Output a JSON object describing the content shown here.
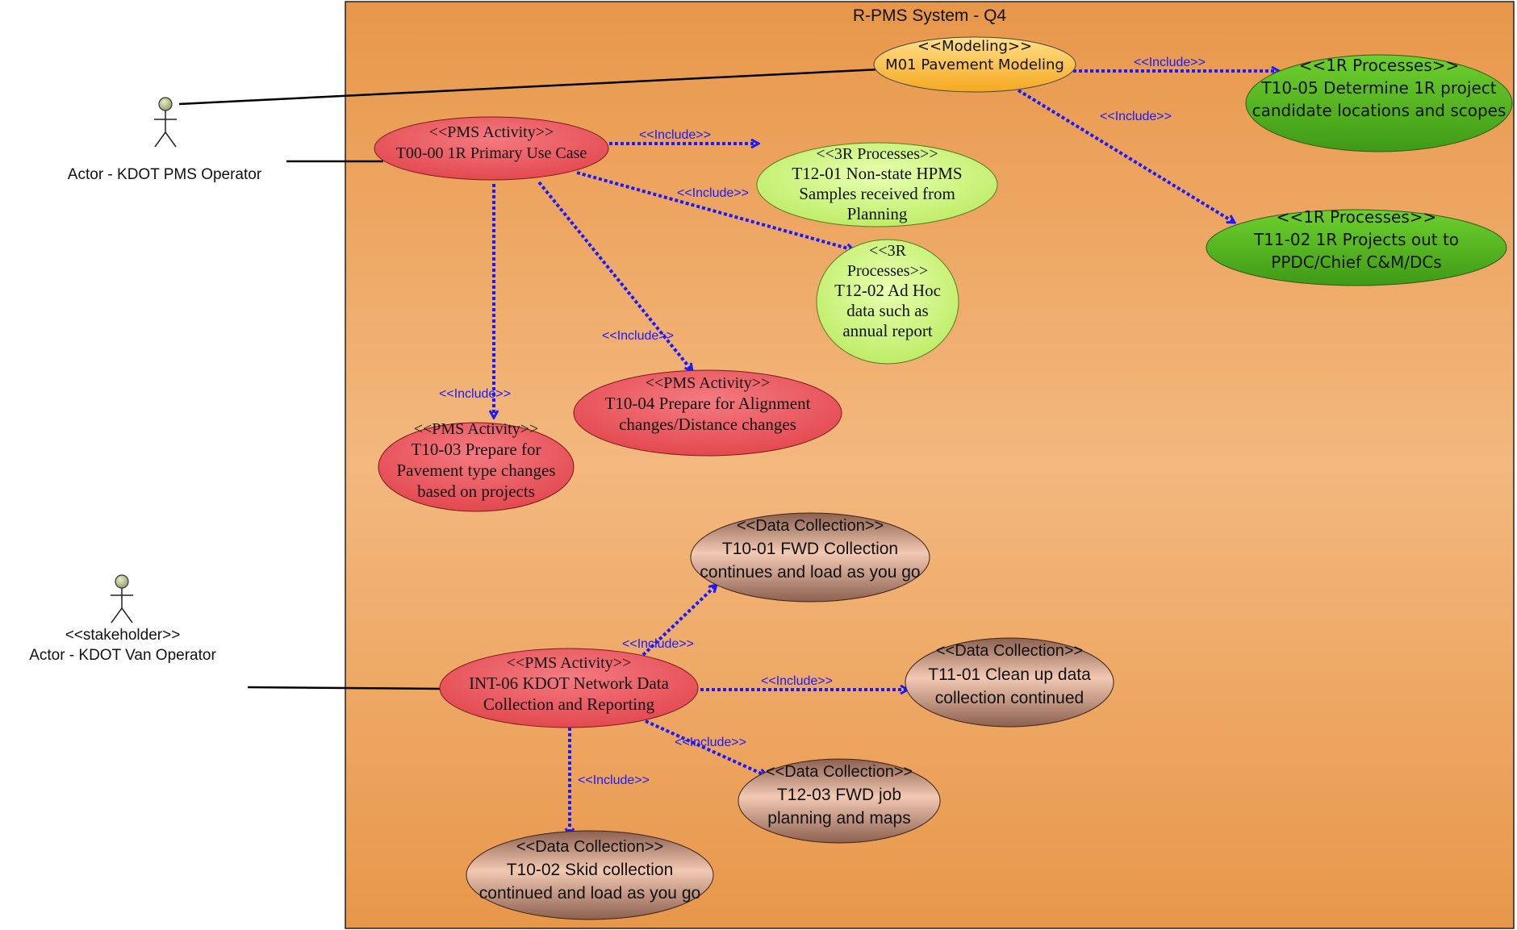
{
  "system": {
    "title": "R-PMS System - Q4"
  },
  "actors": {
    "pms_operator": {
      "label": "Actor - KDOT PMS Operator"
    },
    "van_operator": {
      "stereotype": "<<stakeholder>>",
      "label": "Actor - KDOT Van Operator"
    }
  },
  "use_cases": {
    "m01": {
      "stereotype": "<<Modeling>>",
      "lines": [
        "M01 Pavement Modeling"
      ]
    },
    "t10_05": {
      "stereotype": "<<1R Processes>>",
      "lines": [
        "T10-05 Determine 1R project",
        "candidate locations and scopes"
      ]
    },
    "t11_02": {
      "stereotype": "<<1R Processes>>",
      "lines": [
        "T11-02 1R Projects out to",
        "PPDC/Chief C&M/DCs"
      ]
    },
    "t00_00": {
      "stereotype": "<<PMS Activity>>",
      "lines": [
        "T00-00 1R Primary Use Case"
      ]
    },
    "t12_01": {
      "stereotype": "<<3R Processes>>",
      "lines": [
        "T12-01 Non-state HPMS",
        "Samples received from",
        "Planning"
      ]
    },
    "t12_02": {
      "stereotype": "",
      "lines": [
        "<<3R",
        "Processes>>",
        "T12-02 Ad Hoc",
        "data such as",
        "annual report"
      ]
    },
    "t10_04": {
      "stereotype": "<<PMS Activity>>",
      "lines": [
        "T10-04 Prepare for Alignment",
        "changes/Distance changes"
      ]
    },
    "t10_03": {
      "stereotype": "<<PMS Activity>>",
      "lines": [
        "T10-03 Prepare for",
        "Pavement type changes",
        "based on projects"
      ]
    },
    "t10_01": {
      "stereotype": "<<Data Collection>>",
      "lines": [
        "T10-01 FWD Collection",
        "continues and load as you go"
      ]
    },
    "int_06": {
      "stereotype": "<<PMS Activity>>",
      "lines": [
        "INT-06 KDOT Network Data",
        "Collection and Reporting"
      ]
    },
    "t11_01": {
      "stereotype": "<<Data Collection>>",
      "lines": [
        "T11-01 Clean up  data",
        "collection continued"
      ]
    },
    "t12_03": {
      "stereotype": "<<Data Collection>>",
      "lines": [
        "T12-03 FWD job",
        "planning and maps"
      ]
    },
    "t10_02": {
      "stereotype": "<<Data Collection>>",
      "lines": [
        "T10-02 Skid collection",
        "continued and load as you go"
      ]
    }
  },
  "relations": {
    "include_label": "<<Include>>"
  },
  "colors": {
    "orange_top": "#e8974a",
    "orange_mid": "#f2b57b",
    "red": "#e8484f",
    "green_dark": "#4fb020",
    "green_light": "#c6f07a",
    "brown": "#a57a68",
    "yellow": "#f8c040",
    "arrow_blue": "#1a1aff"
  }
}
